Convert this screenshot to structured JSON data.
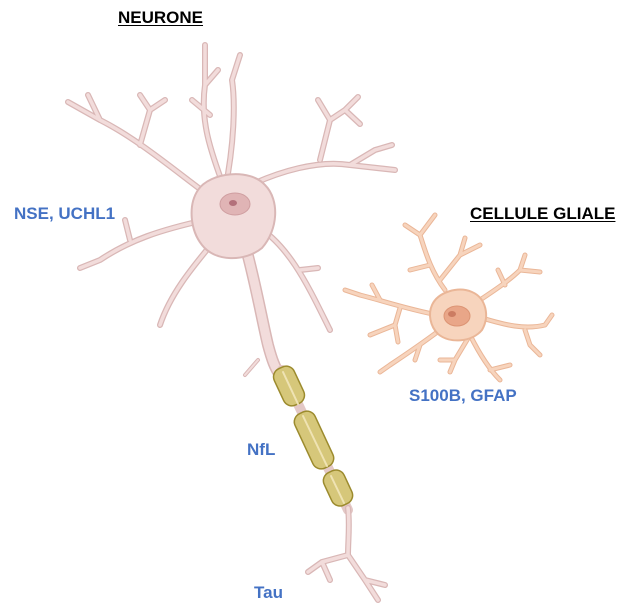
{
  "headings": {
    "neuron": "NEURONE",
    "glial": "CELLULE GLIALE"
  },
  "markers": {
    "neuronal_body": "NSE, UCHL1",
    "glial": "S100B, GFAP",
    "axon_neurofilament": "NfL",
    "axon_terminal": "Tau"
  },
  "colors": {
    "marker_text": "#4472c4",
    "neuron_fill": "#f2dcdb",
    "neuron_edge": "#d9b7b6",
    "neuron_nucleus": "#e0b4b5",
    "neuron_nucleolus": "#b3707a",
    "glia_fill": "#f7d4bd",
    "glia_edge": "#eab697",
    "glia_nucleus": "#e9a688",
    "glia_nucleolus": "#cc7c62",
    "myelin_fill": "#d6c77a",
    "myelin_edge": "#9c8b2e"
  }
}
